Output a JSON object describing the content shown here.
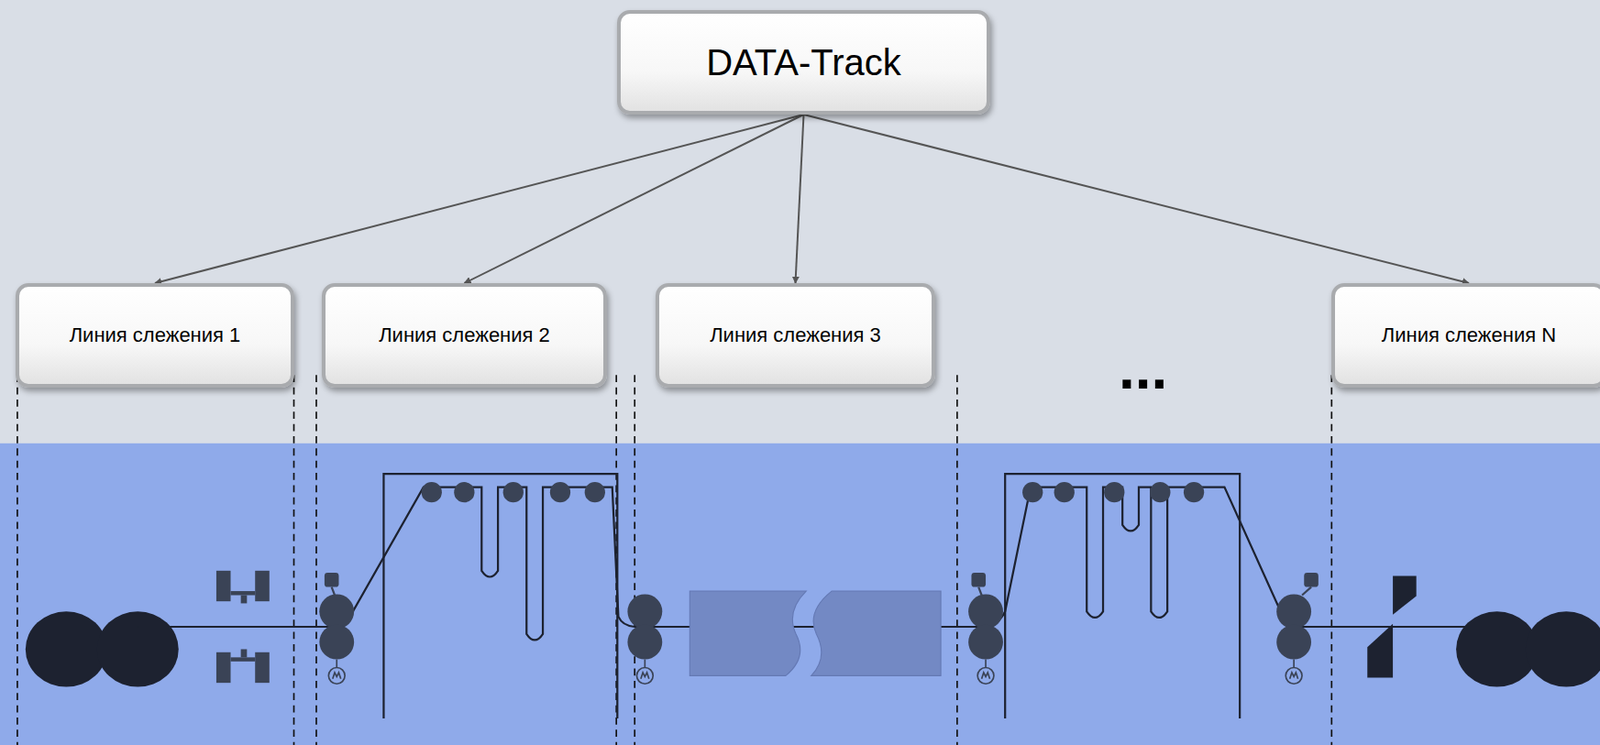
{
  "diagram": {
    "nodes": [
      {
        "text": [
          "DATA-Track"
        ]
      },
      {
        "text": [
          "Линия слежения 1"
        ]
      },
      {
        "text": [
          "Линия слежения 2"
        ]
      },
      {
        "text": [
          "Линия слежения 3"
        ]
      },
      {
        "text": [
          "Линия слежения N"
        ]
      }
    ],
    "edges": [
      {
        "from": 0,
        "to": 1,
        "arrow": "to"
      },
      {
        "from": 0,
        "to": 2,
        "arrow": "to"
      },
      {
        "from": 0,
        "to": 3,
        "arrow": "to"
      },
      {
        "from": 0,
        "to": 4,
        "arrow": "to"
      }
    ],
    "labels": [
      "..."
    ]
  }
}
